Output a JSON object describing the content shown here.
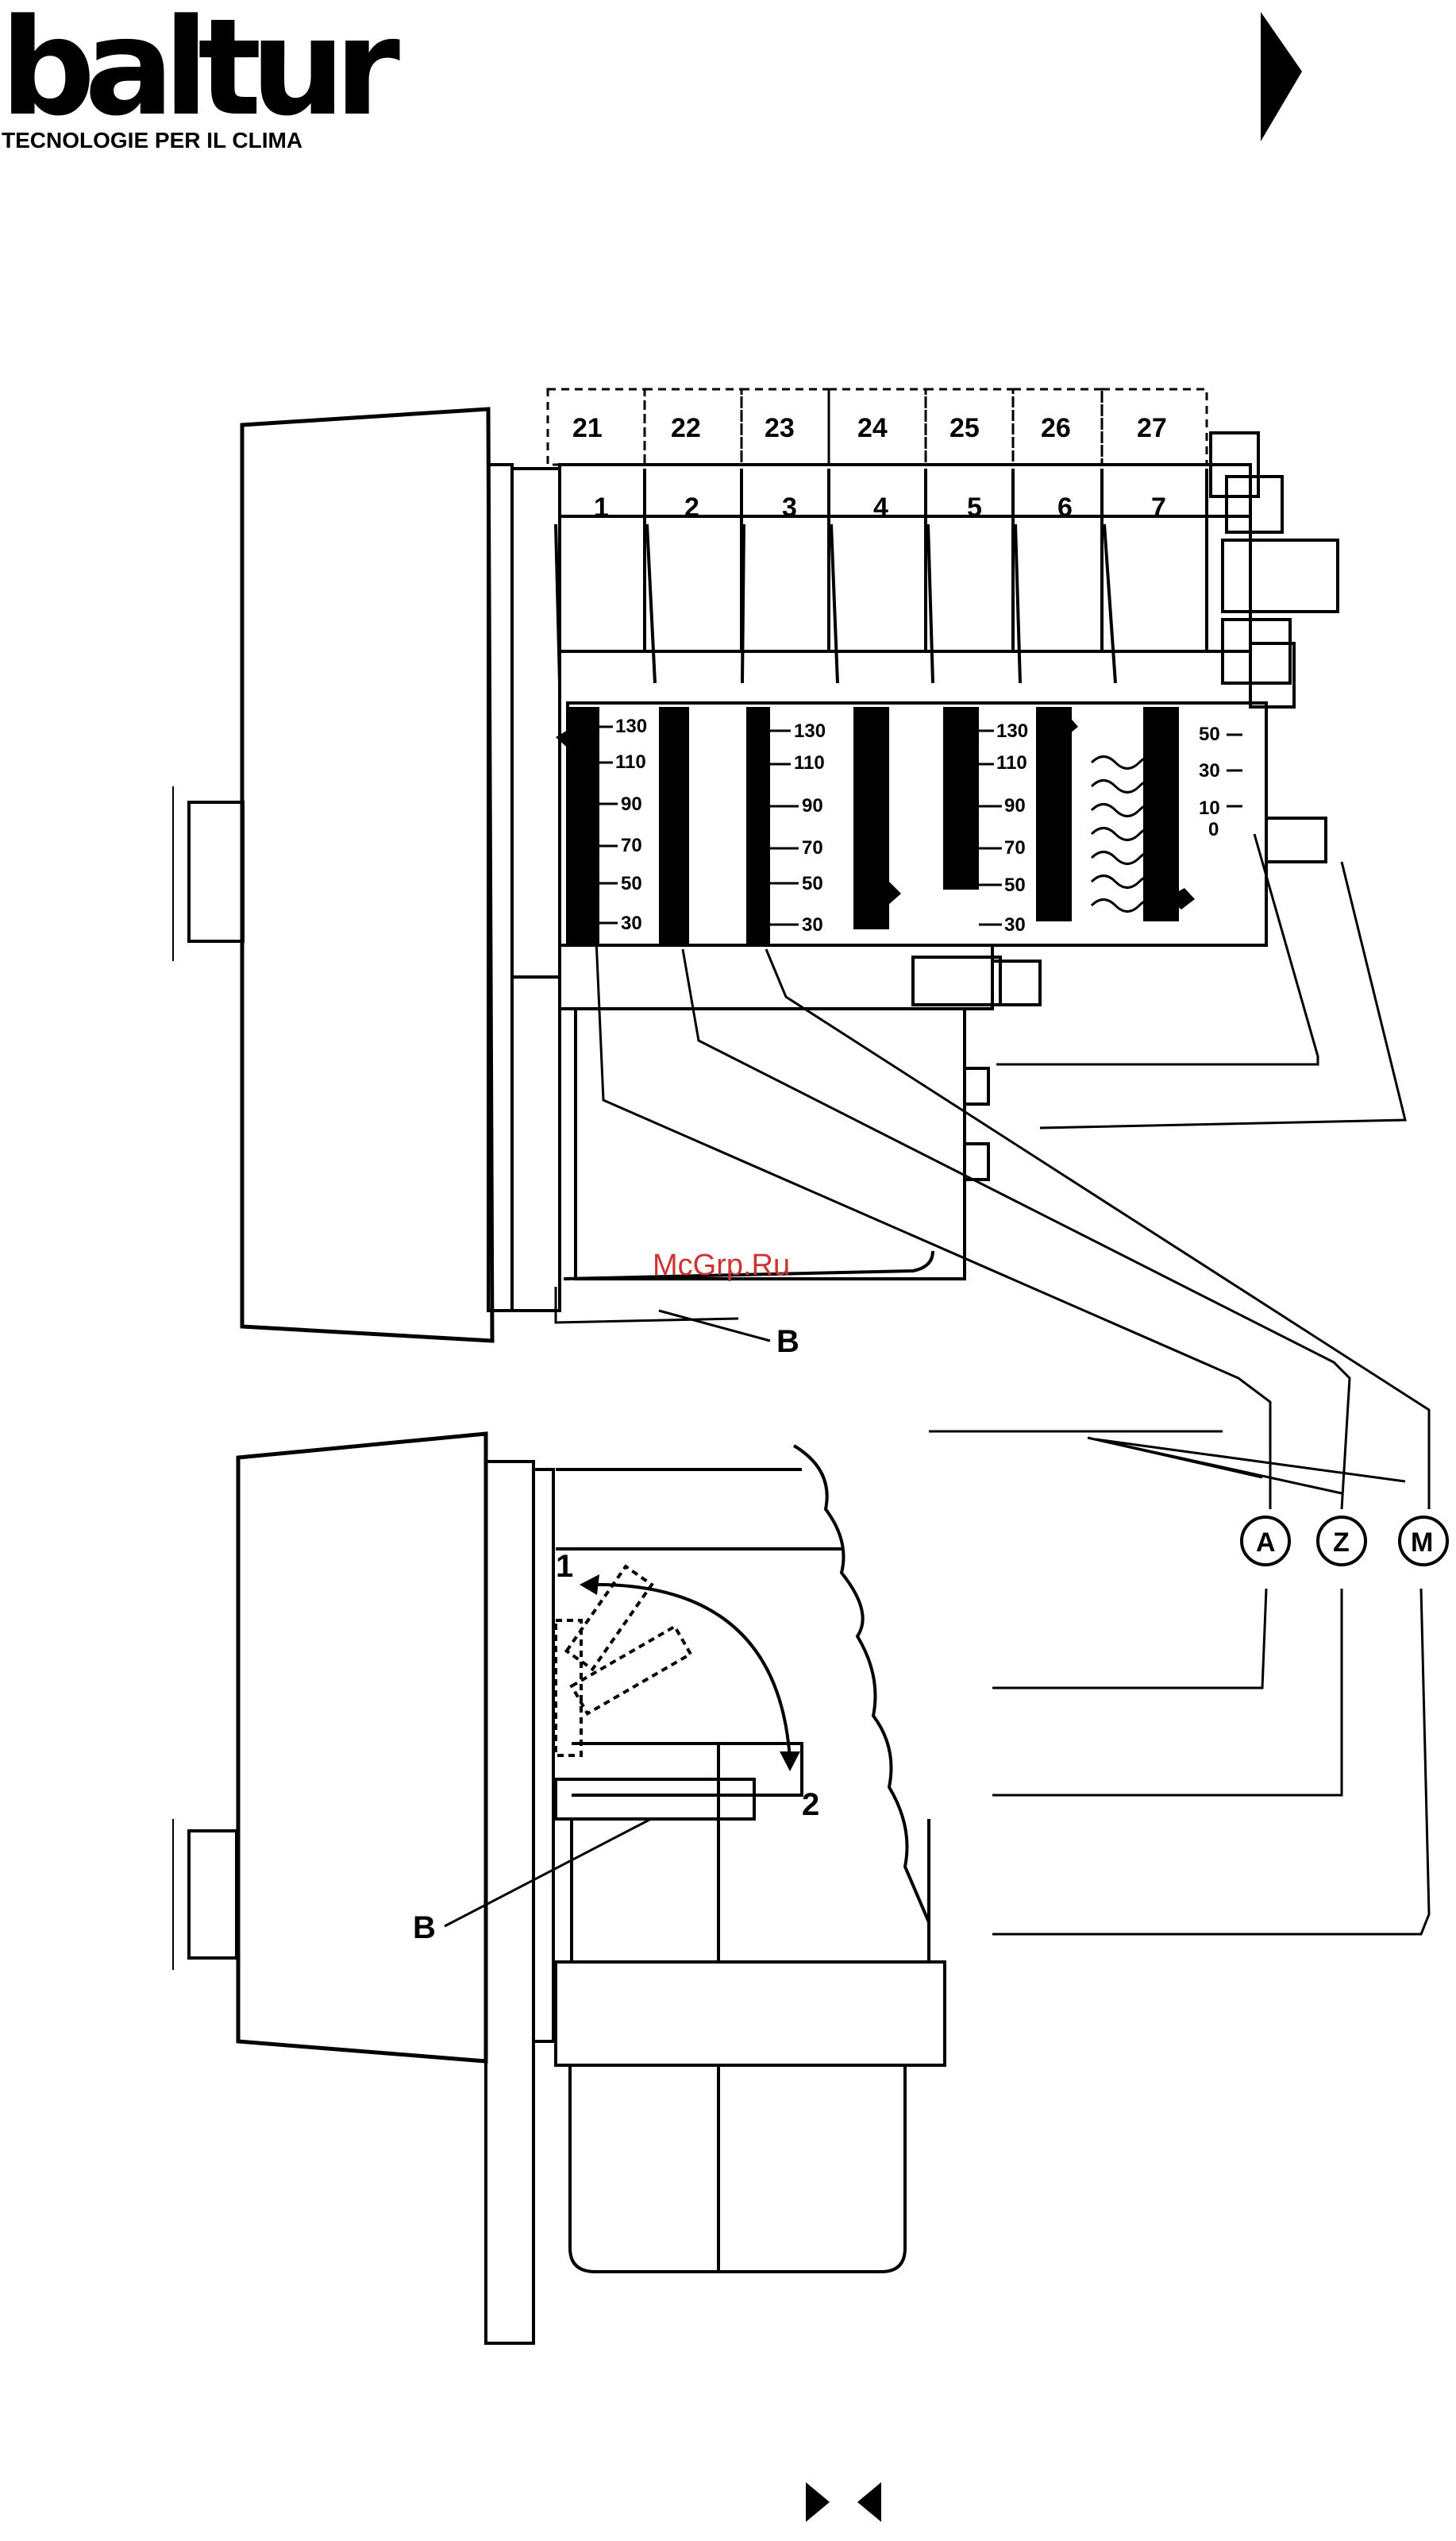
{
  "brand": {
    "name": "baltur",
    "tagline": "TECNOLOGIE PER IL CLIMA"
  },
  "watermark": "McGrp.Ru",
  "diagram": {
    "cams_outer": [
      "21",
      "22",
      "23",
      "24",
      "25",
      "26",
      "27"
    ],
    "cams_inner": [
      "1",
      "2",
      "3",
      "4",
      "5",
      "6",
      "7"
    ],
    "scale_main": [
      "130",
      "110",
      "90",
      "70",
      "50",
      "30"
    ],
    "scale_right": [
      "50",
      "30",
      "10",
      "0"
    ],
    "callouts": [
      "A",
      "Z",
      "M"
    ],
    "label_b_top": "B",
    "label_b_bottom": "B",
    "arrow_start": "1",
    "arrow_end": "2"
  },
  "icons": {
    "page_marker": "right-triangle-icon",
    "nav_next": "next-page-icon",
    "nav_prev": "previous-page-icon"
  }
}
